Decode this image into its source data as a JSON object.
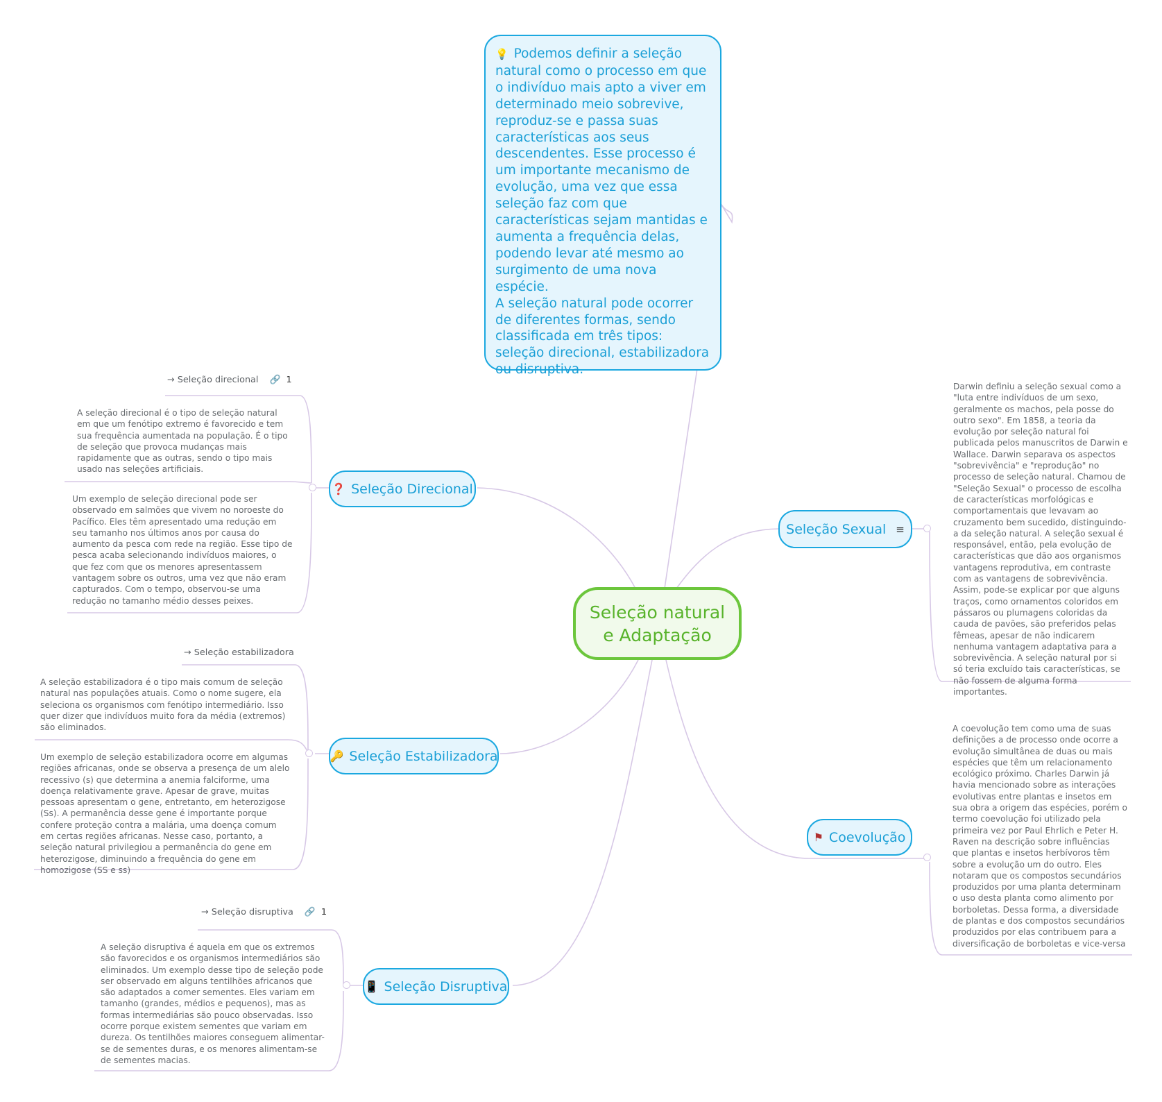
{
  "central": {
    "title": "Seleção natural e Adaptação"
  },
  "top_note": {
    "icon": "lightbulb-icon",
    "paragraph1": "Podemos definir a seleção natural como o processo em que o indivíduo mais apto a viver em determinado meio sobrevive, reproduz-se e passa suas características aos seus descendentes. Esse processo é um importante mecanismo de evolução, uma vez que essa seleção faz com que características sejam mantidas e aumenta a frequência delas, podendo levar até mesmo ao surgimento de uma nova espécie.",
    "paragraph2": "A seleção natural pode ocorrer de diferentes formas, sendo classificada em três tipos: seleção direcional, estabilizadora ou disruptiva."
  },
  "branches": {
    "direcional": {
      "label": "Seleção Direcional",
      "icon": "question-mark-icon",
      "link_label": "→ Seleção direcional",
      "link_count": "1",
      "note1": "A seleção direcional é o tipo de seleção natural em que um fenótipo extremo é favorecido e tem sua frequência aumentada na população. É o tipo de seleção que provoca mudanças mais rapidamente que as outras, sendo o tipo mais usado nas seleções artificiais.",
      "note2": "Um exemplo de seleção direcional pode ser observado em salmões que vivem no noroeste do Pacífico. Eles têm apresentado uma redução em seu tamanho nos últimos anos por causa do aumento da pesca com rede na região. Esse tipo de pesca acaba selecionando indivíduos maiores, o que fez com que os menores apresentassem vantagem sobre os outros, uma vez que não eram capturados. Com o tempo, observou-se uma redução no tamanho médio desses peixes."
    },
    "estabilizadora": {
      "label": "Seleção Estabilizadora",
      "icon": "key-icon",
      "link_label": "→ Seleção estabilizadora",
      "note1": "A seleção estabilizadora é o tipo mais comum de seleção natural nas populações atuais. Como o nome sugere, ela seleciona os organismos com fenótipo intermediário. Isso quer dizer que indivíduos muito fora da média (extremos) são eliminados.",
      "note2": "Um exemplo de seleção estabilizadora ocorre em algumas regiões africanas, onde se observa a presença de um alelo recessivo (s) que determina a anemia falciforme, uma doença relativamente grave. Apesar de grave, muitas pessoas apresentam o gene, entretanto, em heterozigose (Ss). A permanência desse gene é importante porque confere proteção contra a malária, uma doença comum em certas regiões africanas. Nesse caso, portanto, a seleção natural privilegiou a permanência do gene em heterozigose, diminuindo a frequência do gene em homozigose (SS e ss)"
    },
    "disruptiva": {
      "label": "Seleção Disruptiva",
      "icon": "phone-icon",
      "link_label": "→ Seleção disruptiva",
      "link_count": "1",
      "note1": "A seleção disruptiva é aquela em que os extremos são favorecidos e os organismos intermediários são eliminados. Um exemplo desse tipo de seleção pode ser observado em alguns tentilhões africanos que são adaptados a comer sementes. Eles variam em tamanho (grandes, médios e pequenos), mas as formas intermediárias são pouco observadas. Isso ocorre porque existem sementes que variam em dureza. Os tentilhões maiores conseguem alimentar-se de sementes duras, e os menores alimentam-se de sementes macias."
    },
    "sexual": {
      "label": "Seleção Sexual",
      "icon": "notes-icon",
      "note1": "Darwin definiu a seleção sexual como a \"luta entre indivíduos de um sexo, geralmente os machos, pela posse do outro sexo\". Em 1858, a teoria da evolução por seleção natural foi publicada pelos manuscritos de Darwin e Wallace. Darwin separava os aspectos \"sobrevivência\" e \"reprodução\" no processo de seleção natural. Chamou de \"Seleção Sexual\" o processo de escolha de características morfológicas e comportamentais que levavam ao cruzamento bem sucedido, distinguindo-a da seleção natural. A seleção sexual é responsável, então, pela evolução de características que dão aos organismos vantagens reprodutiva, em contraste com as vantagens de sobrevivência. Assim, pode-se explicar por que alguns traços, como ornamentos coloridos em pássaros ou plumagens coloridas da cauda de pavões, são preferidos pelas fêmeas, apesar de não indicarem nenhuma vantagem adaptativa para a sobrevivência. A seleção natural por si só teria excluído tais características, se não fossem de alguma forma importantes."
    },
    "coevolucao": {
      "label": "Coevolução",
      "icon": "flag-icon",
      "note1": "A coevolução tem como uma de suas definições a de processo onde ocorre a evolução simultânea de duas ou mais espécies que têm um relacionamento ecológico próximo. Charles Darwin já havia mencionado sobre as interações evolutivas entre plantas e insetos em sua obra a origem das espécies, porém o termo coevolução foi utilizado pela primeira vez por Paul Ehrlich e Peter H. Raven na descrição sobre influências que plantas e insetos herbívoros têm sobre a evolução um do outro. Eles notaram que os compostos secundários produzidos por uma planta determinam o uso desta planta como alimento por borboletas. Dessa forma, a diversidade de plantas e dos compostos secundários produzidos por elas contribuem para a diversificação de borboletas e vice-versa"
    }
  },
  "colors": {
    "connector": "#d7c8e6",
    "topic_border": "#1ba8e0",
    "topic_text": "#1a9fd6",
    "central_border": "#6cc63c",
    "central_text": "#58b32b"
  }
}
